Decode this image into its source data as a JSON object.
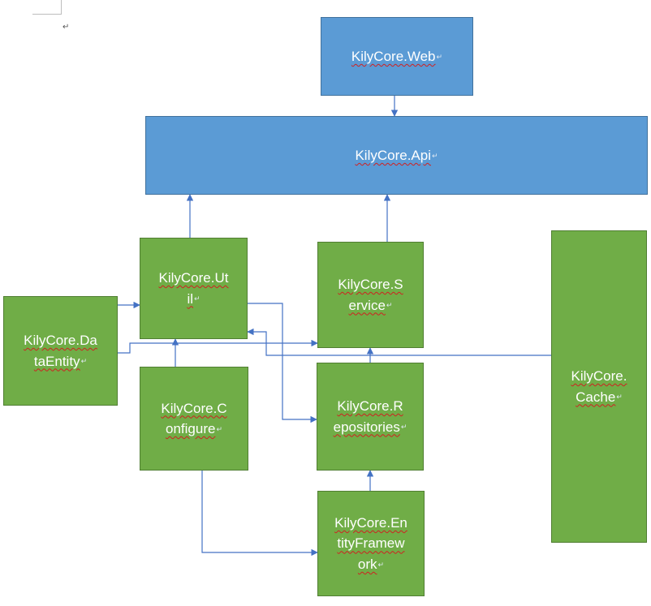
{
  "document": {
    "paragraph_mark": "↵"
  },
  "colors": {
    "blue_fill": "#5b9bd5",
    "blue_border": "#41719c",
    "green_fill": "#70ad47",
    "green_border": "#507e32",
    "connector": "#4472c4"
  },
  "nodes": {
    "web": {
      "lines": [
        "KilyCore.Web"
      ]
    },
    "api": {
      "lines": [
        "KilyCore.Api"
      ]
    },
    "util": {
      "lines": [
        "KilyCore.Ut",
        "il"
      ]
    },
    "service": {
      "lines": [
        "KilyCore.S",
        "ervice"
      ]
    },
    "cache": {
      "lines": [
        "KilyCore.",
        "Cache"
      ]
    },
    "dataentity": {
      "lines": [
        "KilyCore.Da",
        "taEntity"
      ]
    },
    "configure": {
      "lines": [
        "KilyCore.C",
        "onfigure"
      ]
    },
    "repositories": {
      "lines": [
        "KilyCore.R",
        "epositories"
      ]
    },
    "entityframework": {
      "lines": [
        "KilyCore.En",
        "tityFramew",
        "ork"
      ]
    }
  },
  "connectors": [
    {
      "from": "web",
      "to": "api"
    },
    {
      "from": "util",
      "to": "api"
    },
    {
      "from": "service",
      "to": "api"
    },
    {
      "from": "dataentity",
      "to": "util"
    },
    {
      "from": "dataentity",
      "to": "service"
    },
    {
      "from": "configure",
      "to": "util"
    },
    {
      "from": "util",
      "to": "repositories"
    },
    {
      "from": "cache",
      "to": "util"
    },
    {
      "from": "repositories",
      "to": "service"
    },
    {
      "from": "entityframework",
      "to": "repositories"
    },
    {
      "from": "configure",
      "to": "entityframework"
    }
  ]
}
